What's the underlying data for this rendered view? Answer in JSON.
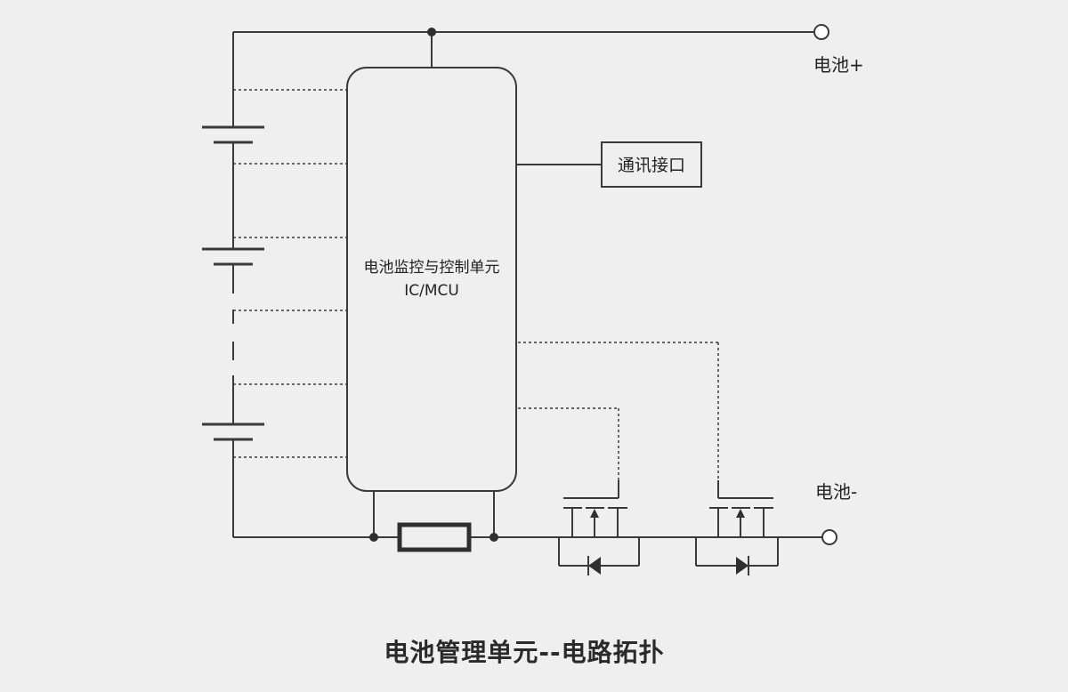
{
  "diagram": {
    "controller_line1": "电池监控与控制单元",
    "controller_line2": "IC/MCU",
    "comm_interface": "通讯接口",
    "battery_positive": "电池+",
    "battery_negative": "电池-",
    "caption": "电池管理单元--电路拓扑"
  },
  "colors": {
    "background": "#efefef",
    "line": "#3a3a3a",
    "terminal_fill": "#ffffff"
  }
}
